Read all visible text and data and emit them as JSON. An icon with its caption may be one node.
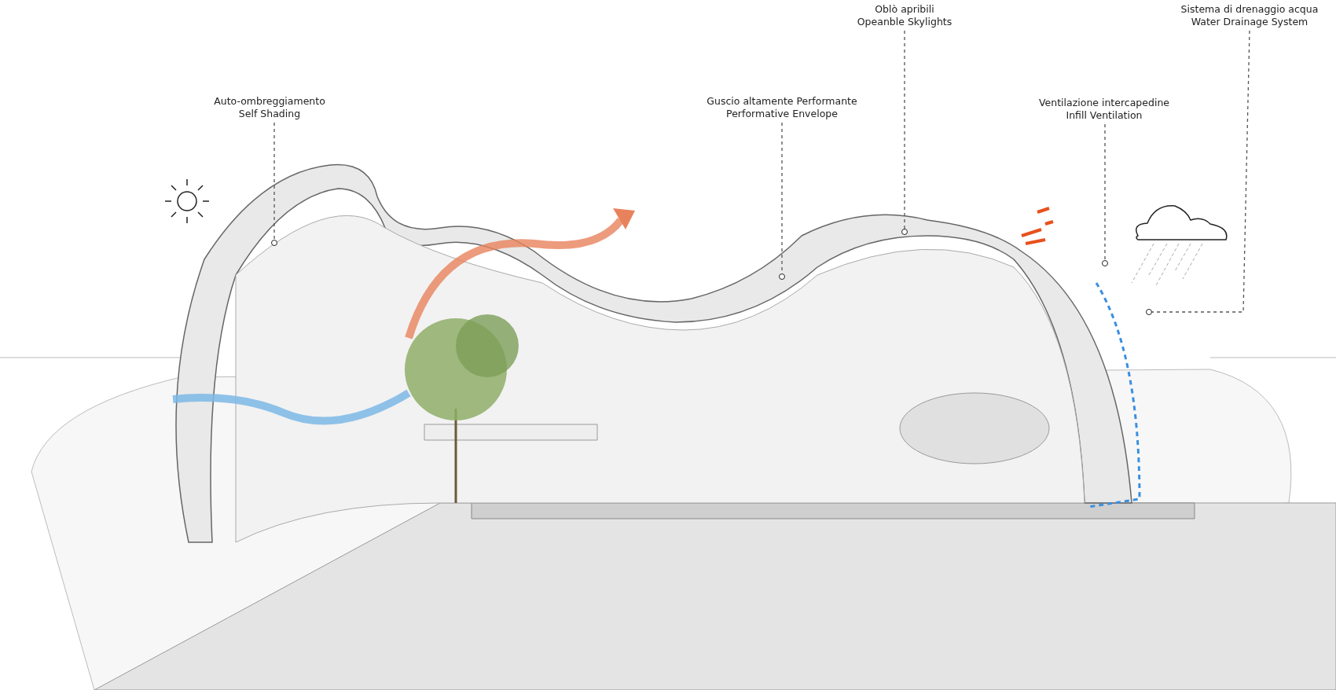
{
  "diagram": {
    "nodes": [
      {
        "text": [
          "Auto-ombreggiamento",
          "Self Shading"
        ]
      },
      {
        "text": [],
        "shape": "circle"
      },
      {
        "text": [
          "Guscio altamente Performante",
          "Performative Envelope"
        ]
      },
      {
        "text": [],
        "shape": "circle"
      },
      {
        "text": [
          "Oblò apribili",
          "Opeanble Skylights"
        ]
      },
      {
        "text": [],
        "shape": "circle"
      },
      {
        "text": [
          "Ventilazione intercapedine",
          "Infill Ventilation"
        ]
      },
      {
        "text": [],
        "shape": "circle"
      },
      {
        "text": [
          "Sistema di drenaggio acqua",
          "Water Drainage System"
        ]
      },
      {
        "text": [],
        "shape": "circle"
      }
    ],
    "edges": [
      {
        "from": 0,
        "to": 1,
        "arrow": "none",
        "style": "dashed"
      },
      {
        "from": 2,
        "to": 3,
        "arrow": "none",
        "style": "dashed"
      },
      {
        "from": 4,
        "to": 5,
        "arrow": "none",
        "style": "dashed"
      },
      {
        "from": 6,
        "to": 7,
        "arrow": "none",
        "style": "dashed"
      },
      {
        "from": 8,
        "to": 9,
        "arrow": "none",
        "style": "dashed"
      }
    ]
  }
}
